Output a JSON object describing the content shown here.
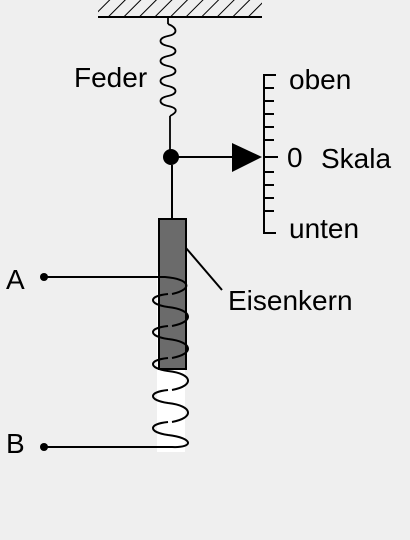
{
  "labels": {
    "spring": "Feder",
    "top": "oben",
    "zero": "0",
    "scale": "Skala",
    "bottom": "unten",
    "core": "Eisenkern",
    "terminal_a": "A",
    "terminal_b": "B"
  },
  "colors": {
    "background": "#efefef",
    "line": "#000000",
    "iron_core": "#6b6b6b",
    "coil_tube": "#ffffff"
  }
}
